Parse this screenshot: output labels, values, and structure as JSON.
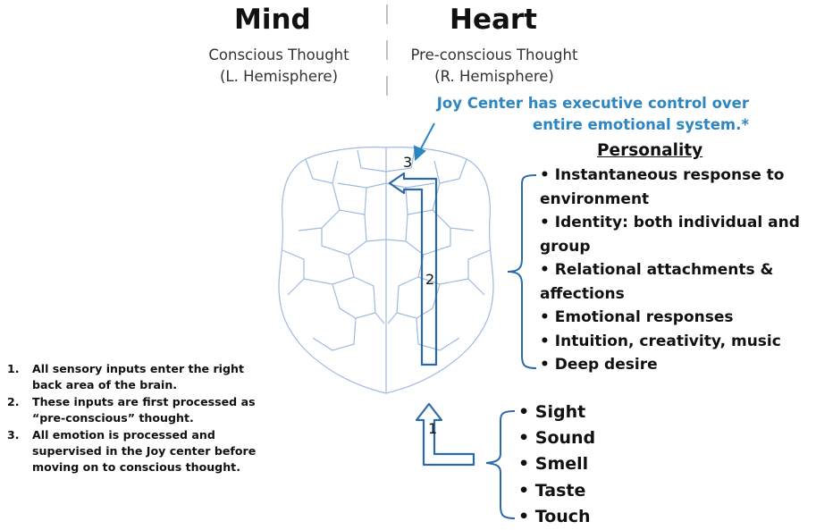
{
  "header": {
    "mind_title": "Mind",
    "mind_line1": "Conscious Thought",
    "mind_line2": "(L. Hemisphere)",
    "heart_title": "Heart",
    "heart_line1": "Pre-conscious Thought",
    "heart_line2": "(R. Hemisphere)"
  },
  "joy_note": {
    "line1": "Joy Center has executive control over",
    "line2": "entire emotional system.*"
  },
  "personality": {
    "title": "Personality",
    "items": [
      "Instantaneous response to",
      "environment",
      "Identity: both individual and",
      "group",
      "Relational attachments &",
      "affections",
      "Emotional responses",
      "Intuition, creativity, music",
      "Deep desire"
    ]
  },
  "senses": [
    "Sight",
    "Sound",
    "Smell",
    "Taste",
    "Touch"
  ],
  "markers": {
    "one": "1",
    "two": "2",
    "three": "3"
  },
  "steps": [
    {
      "num": "1.",
      "line1": "All sensory inputs enter the right",
      "line2": "back area of the brain."
    },
    {
      "num": "2.",
      "line1": "These inputs are first processed as",
      "line2": "“pre-conscious” thought."
    },
    {
      "num": "3.",
      "line1": "All emotion is processed and",
      "line2": "supervised in the Joy center before",
      "line3": "moving on to conscious thought."
    }
  ],
  "colors": {
    "accent": "#2e86c1",
    "brain_outline": "#8fb3d9",
    "arrow": "#2a6aa8"
  }
}
